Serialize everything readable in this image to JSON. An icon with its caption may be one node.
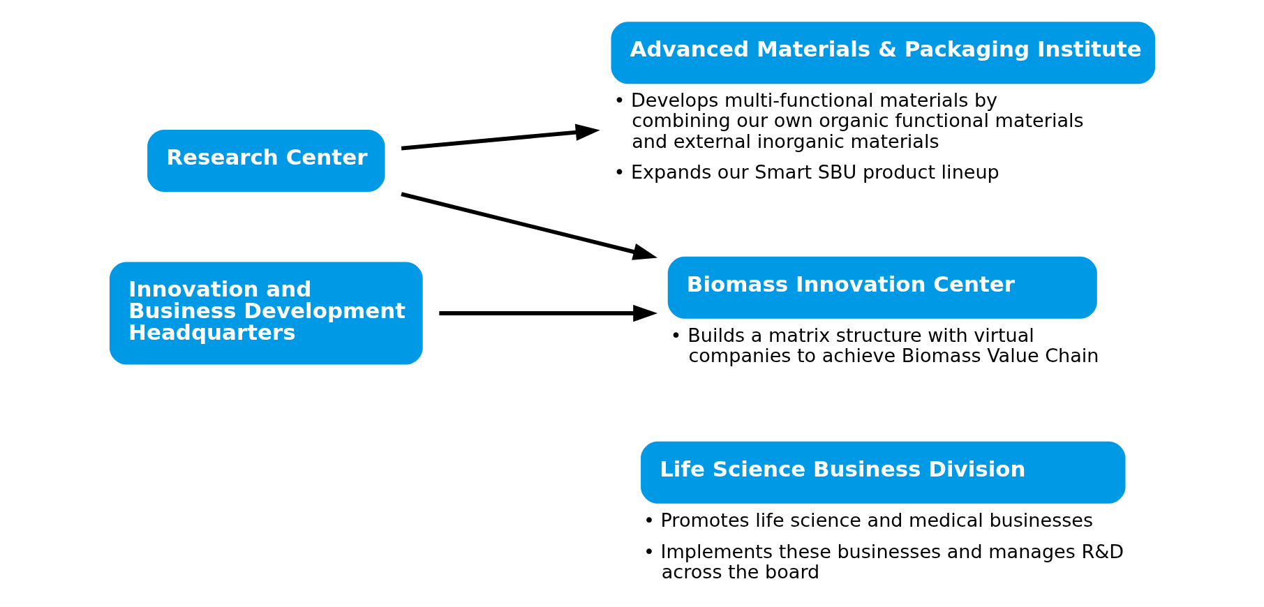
{
  "diagram": {
    "nodes": [
      {
        "text": [
          "Research Center"
        ]
      },
      {
        "text": [
          "Innovation and Business Development Headquarters"
        ]
      },
      {
        "text": [
          "Advanced Materials & Packaging Institute"
        ],
        "beside": [
          "• Develops multi-functional materials by combining our own organic functional materials and external inorganic materials",
          "• Expands our Smart SBU product lineup"
        ]
      },
      {
        "text": [
          "Biomass Innovation Center"
        ],
        "beside": [
          "• Builds a matrix structure with virtual companies to achieve Biomass Value Chain"
        ]
      },
      {
        "text": [
          "Life Science Business Division"
        ],
        "beside": [
          "• Promotes life science and medical businesses",
          "• Implements these businesses and manages R&D across the board"
        ]
      }
    ],
    "edges": [
      {
        "from": 0,
        "to": 2,
        "arrow": "to"
      },
      {
        "from": 0,
        "to": 3,
        "arrow": "to"
      },
      {
        "from": 1,
        "to": 3,
        "arrow": "to"
      }
    ]
  }
}
